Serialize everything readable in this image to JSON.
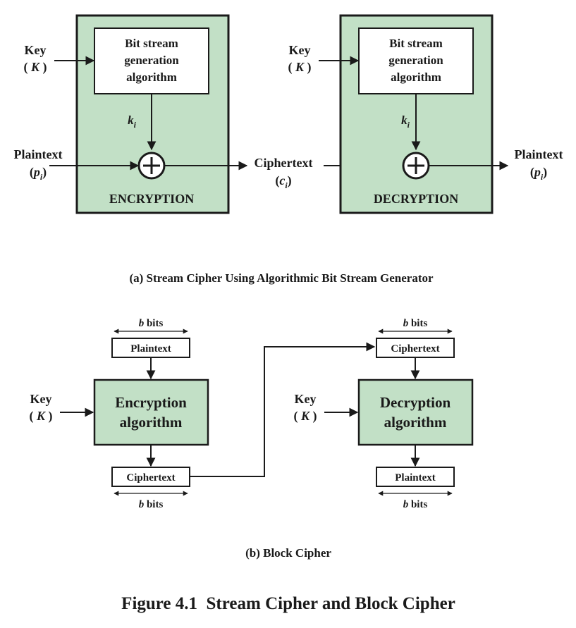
{
  "figure_title": "Figure 4.1  Stream Cipher and Block Cipher",
  "stream": {
    "caption": "(a) Stream Cipher Using Algorithmic Bit Stream Generator",
    "enc": {
      "key_word": "Key",
      "key_symbol": "K",
      "generator_lines": [
        "Bit stream",
        "generation",
        "algorithm"
      ],
      "keystream_symbol": "k",
      "keystream_sub": "i",
      "input_label": "Plaintext",
      "input_symbol": "p",
      "input_sub": "i",
      "panel_label": "ENCRYPTION"
    },
    "middle": {
      "label": "Ciphertext",
      "symbol": "c",
      "sub": "i"
    },
    "dec": {
      "key_word": "Key",
      "key_symbol": "K",
      "generator_lines": [
        "Bit stream",
        "generation",
        "algorithm"
      ],
      "keystream_symbol": "k",
      "keystream_sub": "i",
      "output_label": "Plaintext",
      "output_symbol": "p",
      "output_sub": "i",
      "panel_label": "DECRYPTION"
    }
  },
  "block": {
    "caption": "(b) Block Cipher",
    "enc": {
      "width_symbol": "b",
      "width_unit": "bits",
      "input_label": "Plaintext",
      "key_word": "Key",
      "key_symbol": "K",
      "algo_lines": [
        "Encryption",
        "algorithm"
      ],
      "output_label": "Ciphertext"
    },
    "dec": {
      "width_symbol": "b",
      "width_unit": "bits",
      "input_label": "Ciphertext",
      "key_word": "Key",
      "key_symbol": "K",
      "algo_lines": [
        "Decryption",
        "algorithm"
      ],
      "output_label": "Plaintext"
    }
  },
  "colors": {
    "panel_fill": "#c2e0c6",
    "stroke": "#1a1a1a"
  }
}
